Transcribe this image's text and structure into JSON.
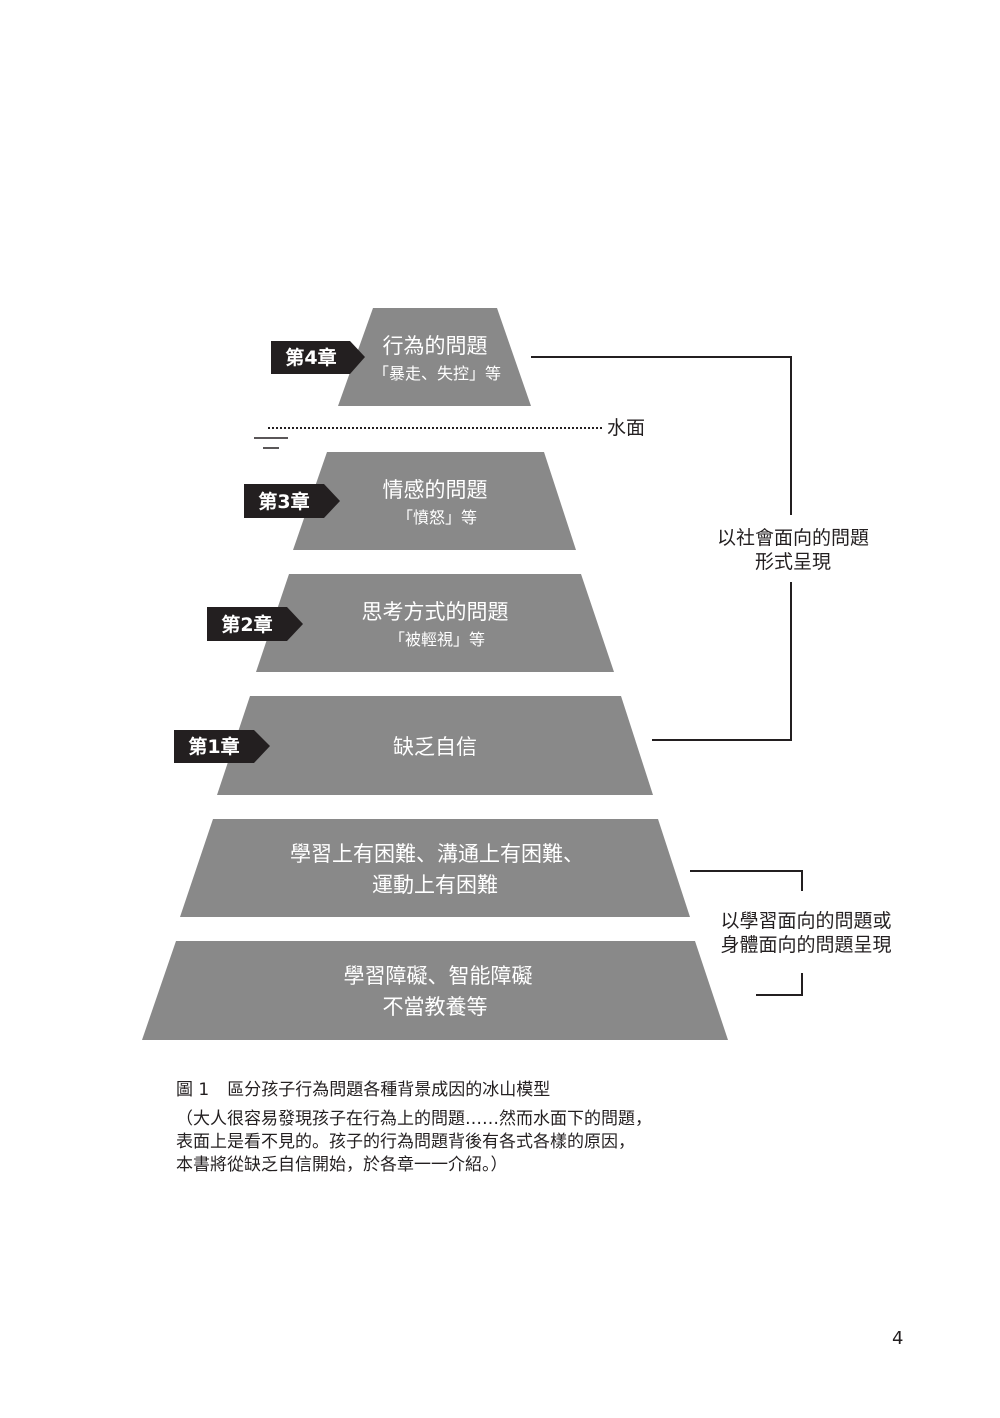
{
  "layers": [
    {
      "title": "行為的問題",
      "subtitle": "「暴走、失控」等",
      "chapter": "第4章"
    },
    {
      "title": "情感的問題",
      "subtitle": "「憤怒」等",
      "chapter": "第3章"
    },
    {
      "title": "思考方式的問題",
      "subtitle": "「被輕視」等",
      "chapter": "第2章"
    },
    {
      "title": "缺乏自信",
      "subtitle": "",
      "chapter": "第1章"
    },
    {
      "title": "學習上有困難、溝通上有困難、",
      "subtitle": "運動上有困難",
      "chapter": ""
    },
    {
      "title": "學習障礙、智能障礙",
      "subtitle": "不當教養等",
      "chapter": ""
    }
  ],
  "water_label": "水面",
  "brackets": {
    "social": {
      "line1": "以社會面向的問題",
      "line2": "形式呈現"
    },
    "learning": {
      "line1": "以學習面向的問題或",
      "line2": "身體面向的問題呈現"
    }
  },
  "caption": {
    "figure_number": "圖 1",
    "title": "區分孩子行為問題各種背景成因的冰山模型",
    "body_lines": [
      "（大人很容易發現孩子在行為上的問題……然而水面下的問題，",
      "表面上是看不見的。孩子的行為問題背後有各式各樣的原因，",
      "本書將從缺乏自信開始，於各章一一介紹。）"
    ]
  },
  "page_number": "4",
  "colors": {
    "layer_fill": "#898989",
    "badge_fill": "#231f20",
    "text_dark": "#231f20"
  }
}
